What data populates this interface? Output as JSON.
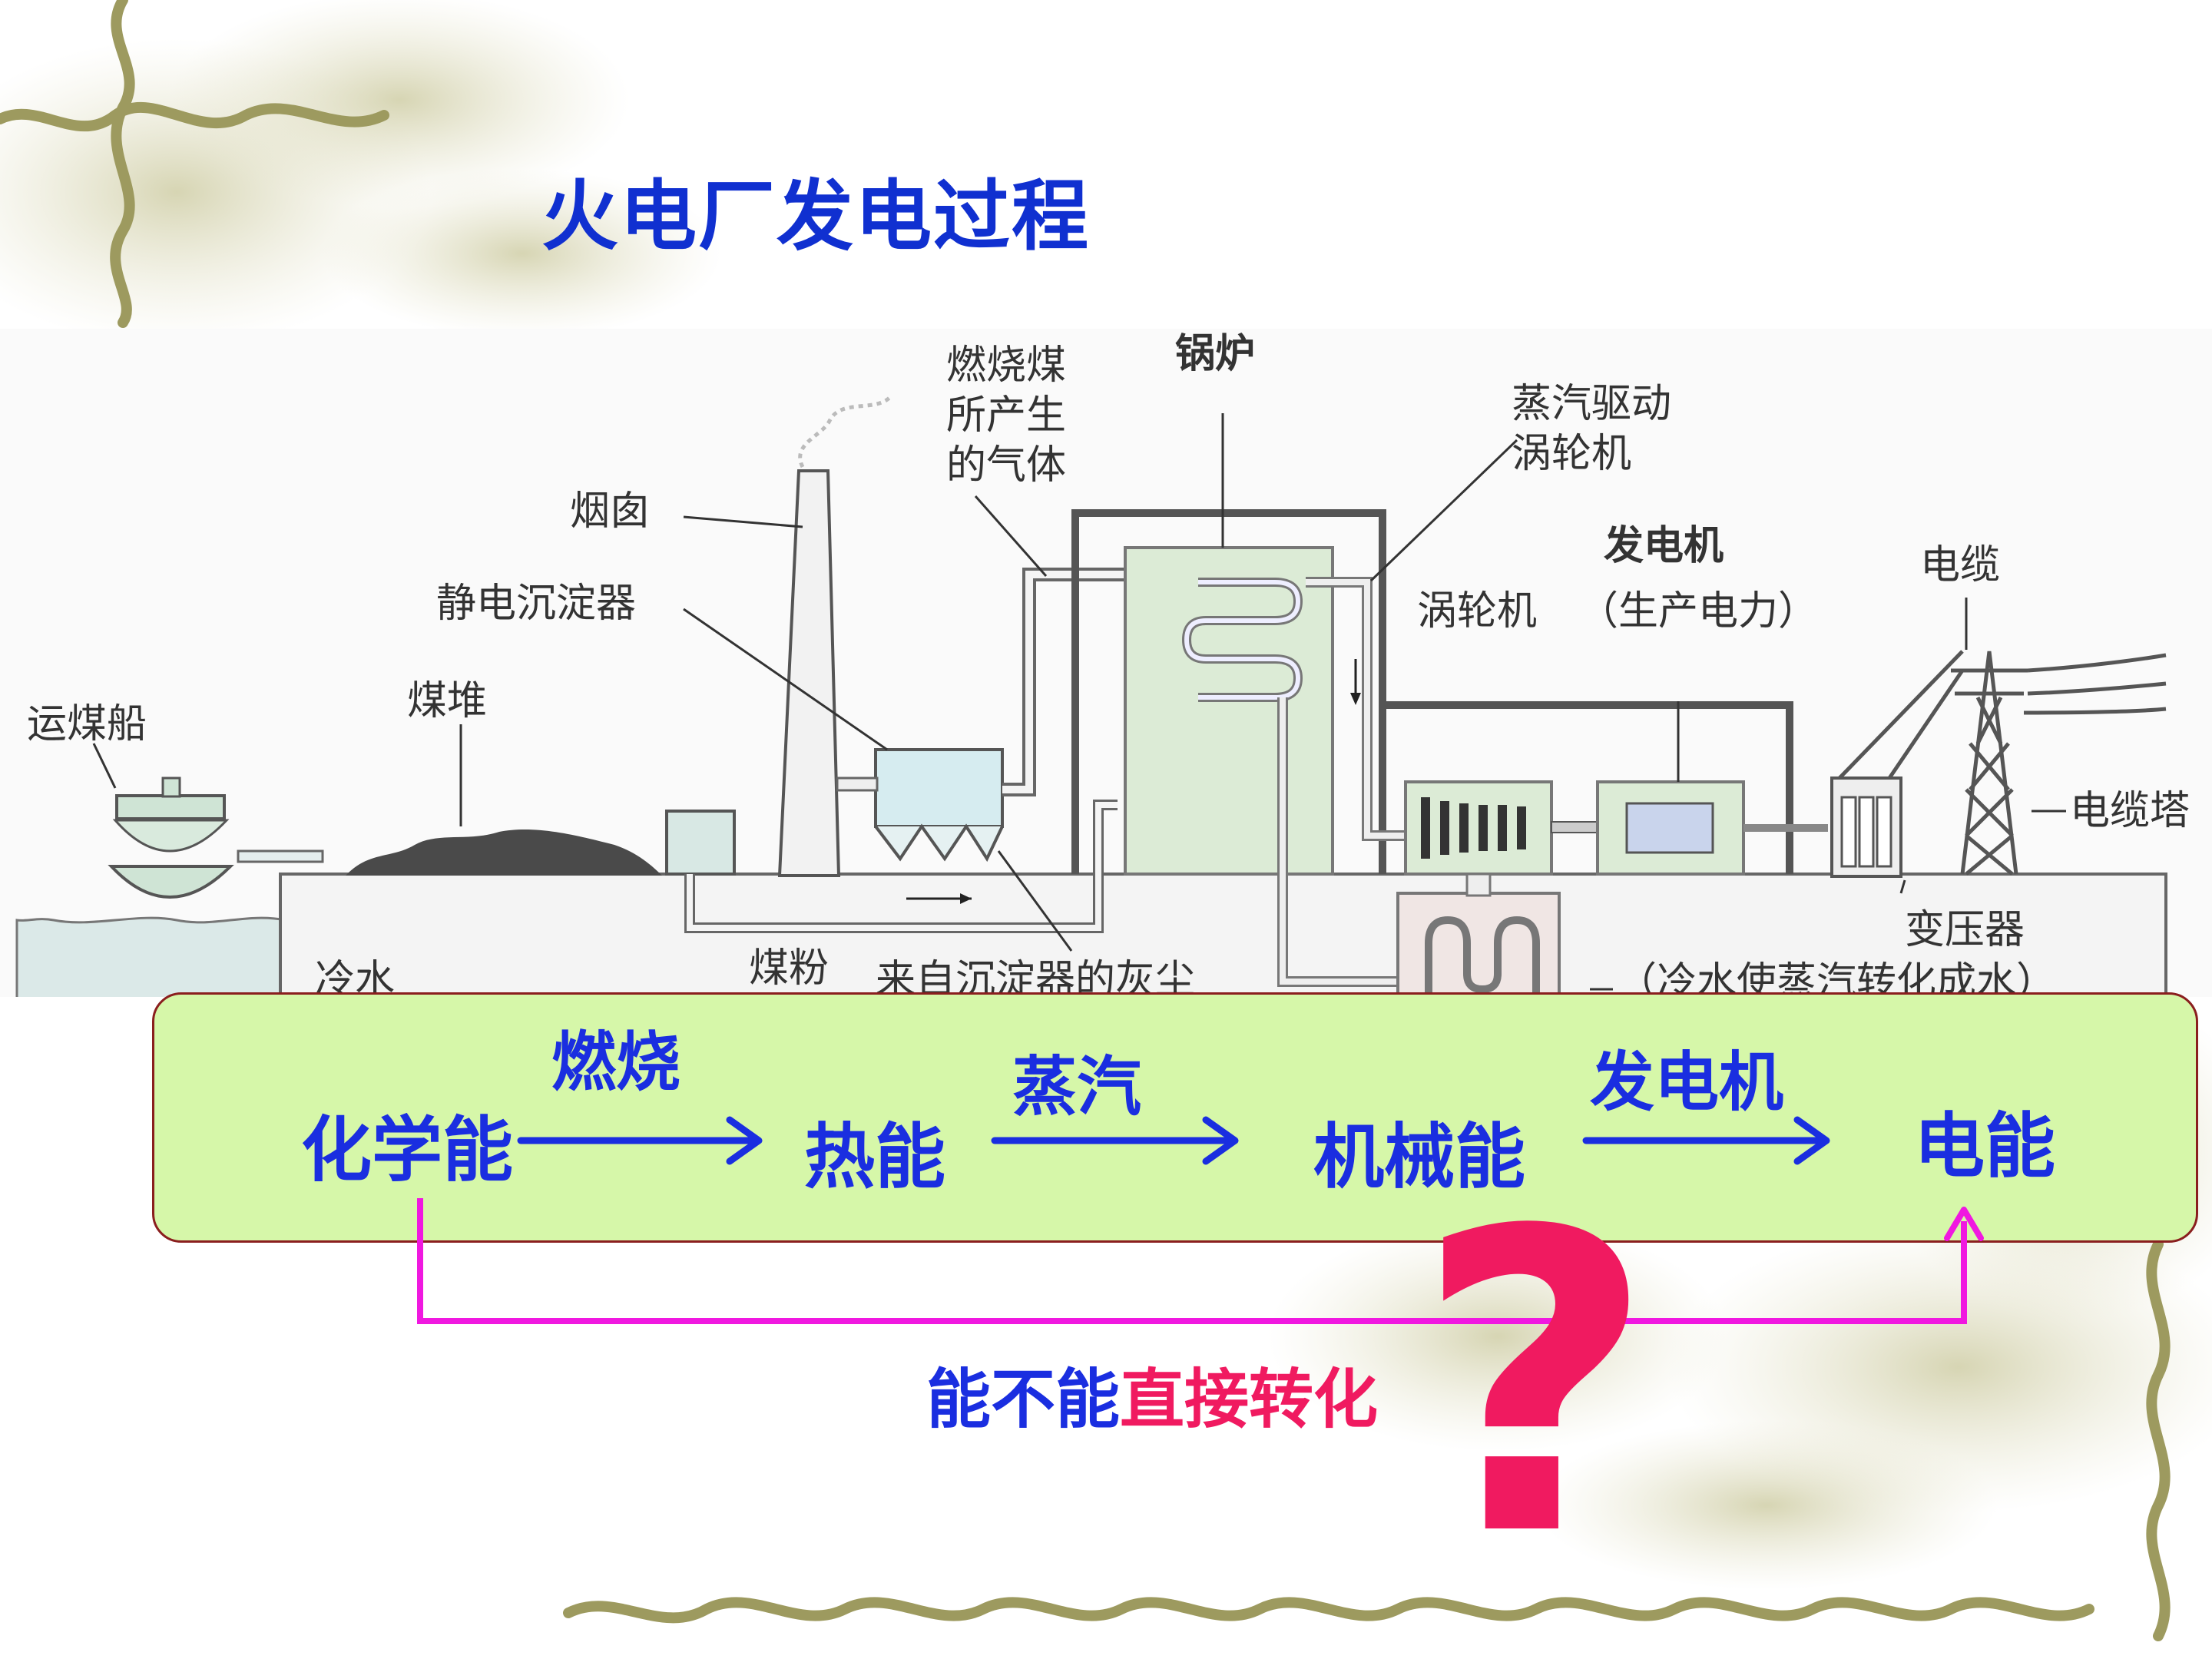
{
  "slide": {
    "title": "火电厂发电过程"
  },
  "diagram": {
    "labels": {
      "ship": "运煤船",
      "coal_pile": "煤堆",
      "precipitator": "静电沉淀器",
      "chimney": "烟囱",
      "gas_line1": "燃烧煤",
      "gas_line2": "所产生",
      "gas_line3": "的气体",
      "boiler": "锅炉",
      "steam_line1": "蒸汽驱动",
      "steam_line2": "涡轮机",
      "turbine": "涡轮机",
      "generator": "发电机",
      "generator_note": "（生产电力）",
      "cable": "电缆",
      "cable_tower": "电缆塔",
      "transformer": "变压器",
      "cold_water": "冷水",
      "coal_powder": "煤粉",
      "ash": "来自沉淀器的灰尘",
      "condense": "（冷水使蒸汽转化成水）"
    }
  },
  "chain": {
    "stages": [
      "化学能",
      "热能",
      "机械能",
      "电能"
    ],
    "processes": [
      "燃烧",
      "蒸汽",
      "发电机"
    ]
  },
  "question": {
    "part1": "能不能",
    "part2": "直接转化",
    "mark": "?"
  },
  "colors": {
    "blue": "#1a2ee0",
    "magenta": "#f01a60",
    "box_fill": "#d6f7a9",
    "bypass_line": "#f018e0"
  }
}
